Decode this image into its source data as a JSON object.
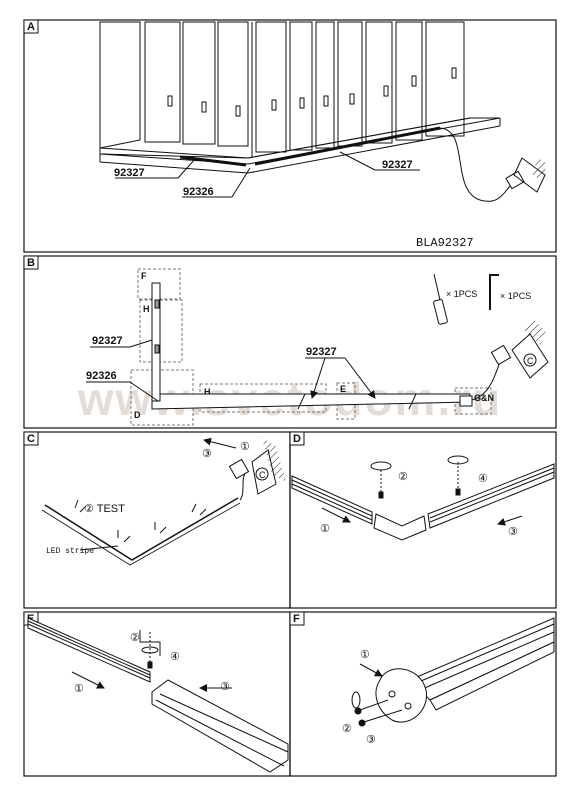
{
  "watermark": "www.svetodom.ru",
  "panels": {
    "a": {
      "letter": "A",
      "codes": [
        "92327",
        "92327",
        "92326"
      ],
      "model": "BLA92327"
    },
    "b": {
      "letter": "B",
      "codes": [
        "92327",
        "92327",
        "92326"
      ],
      "details": [
        "F",
        "H",
        "H",
        "D",
        "E"
      ],
      "screwdriver_qty": "× 1PCS",
      "hexkey_qty": "× 1PCS",
      "plug_letter": "C",
      "gn_label": "G&N"
    },
    "c": {
      "letter": "C",
      "test_label": "② TEST",
      "stripe_label": "LED stripe",
      "plug_letter": "C",
      "steps": [
        "①",
        "③"
      ]
    },
    "d": {
      "letter": "D",
      "steps": [
        "①",
        "②",
        "③",
        "④"
      ]
    },
    "e": {
      "letter": "E",
      "steps": [
        "①",
        "②",
        "③",
        "④"
      ]
    },
    "f": {
      "letter": "F",
      "steps": [
        "①",
        "②",
        "③"
      ]
    }
  }
}
